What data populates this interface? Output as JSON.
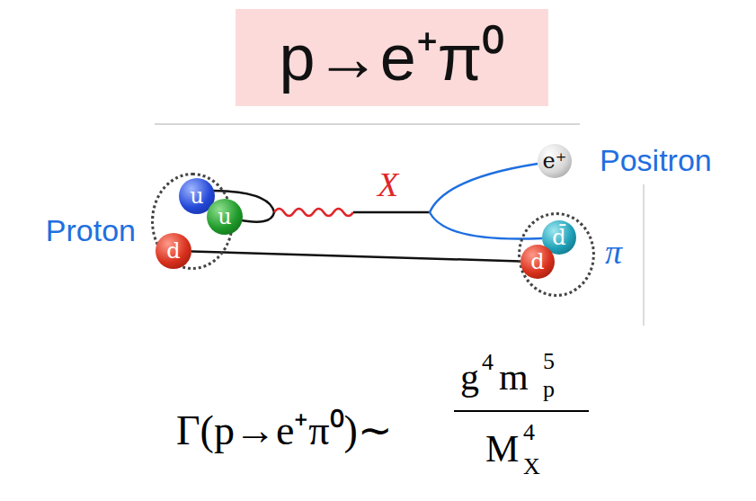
{
  "diagram": {
    "title": "p→e⁺π⁰",
    "nodes": [
      {
        "text": [
          "Proton"
        ]
      },
      {
        "text": [
          "u"
        ],
        "in": 0
      },
      {
        "text": [
          "u"
        ],
        "in": 0
      },
      {
        "text": [
          "d"
        ],
        "in": 0
      },
      {
        "text": [
          "e⁺",
          "Positron"
        ]
      },
      {
        "text": [
          "π"
        ]
      },
      {
        "text": [
          "d̄"
        ],
        "in": 5
      },
      {
        "text": [
          "d"
        ],
        "in": 5
      }
    ],
    "edges": [
      {
        "from": 3,
        "to": 7,
        "arrow": "none"
      },
      {
        "from": 4,
        "to": 6,
        "arrow": "none"
      }
    ],
    "labels": [
      "X",
      "Γ(p→e⁺π⁰)∼",
      "g",
      "4",
      "m",
      "5",
      "p",
      "M",
      "4",
      "X"
    ]
  }
}
